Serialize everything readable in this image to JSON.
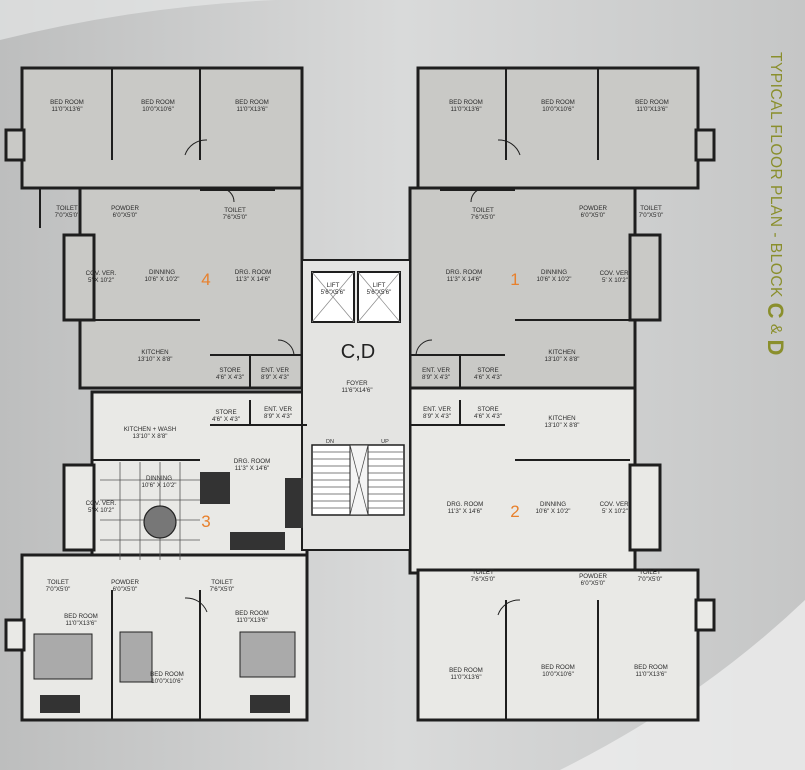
{
  "title": {
    "main": "TYPICAL FLOOR PLAN - BLOCK ",
    "block_a": "C",
    "amp": " & ",
    "block_b": "D"
  },
  "core": {
    "label": "C,D",
    "lift_1": "LIFT",
    "lift_1_size": "5'6\"X5'6\"",
    "lift_2": "LIFT",
    "lift_2_size": "5'6\"X5'6\"",
    "foyer": "FOYER",
    "foyer_size": "11'6\"X14'6\"",
    "stair_dn": "DN",
    "stair_up": "UP"
  },
  "units": {
    "u4": {
      "number": "4",
      "bed1": {
        "name": "BED ROOM",
        "size": "11'0\"X13'6\""
      },
      "bed2": {
        "name": "BED ROOM",
        "size": "10'0\"X10'6\""
      },
      "bed3": {
        "name": "BED ROOM",
        "size": "11'0\"X13'6\""
      },
      "toilet1": {
        "name": "TOILET",
        "size": "7'0\"X5'0\""
      },
      "powder": {
        "name": "POWDER",
        "size": "6'0\"X5'0\""
      },
      "toilet2": {
        "name": "TOILET",
        "size": "7'6\"X5'0\""
      },
      "cov_ver": {
        "name": "COV. VER.",
        "size": "5' X 10'2\""
      },
      "dinning": {
        "name": "DINNING",
        "size": "10'6\" X 10'2\""
      },
      "drg": {
        "name": "DRG. ROOM",
        "size": "11'3\" X 14'6\""
      },
      "kitchen": {
        "name": "KITCHEN",
        "size": "13'10\" X 8'8\""
      },
      "store": {
        "name": "STORE",
        "size": "4'6\" X 4'3\""
      },
      "ent_ver": {
        "name": "ENT. VER",
        "size": "8'9\" X 4'3\""
      }
    },
    "u1": {
      "number": "1",
      "bed1": {
        "name": "BED ROOM",
        "size": "11'0\"X13'6\""
      },
      "bed2": {
        "name": "BED ROOM",
        "size": "10'0\"X10'6\""
      },
      "bed3": {
        "name": "BED ROOM",
        "size": "11'0\"X13'6\""
      },
      "toilet1": {
        "name": "TOILET",
        "size": "7'6\"X5'0\""
      },
      "powder": {
        "name": "POWDER",
        "size": "6'0\"X5'0\""
      },
      "toilet2": {
        "name": "TOILET",
        "size": "7'0\"X5'0\""
      },
      "drg": {
        "name": "DRG. ROOM",
        "size": "11'3\" X 14'6\""
      },
      "dinning": {
        "name": "DINNING",
        "size": "10'6\" X 10'2\""
      },
      "cov_ver": {
        "name": "COV. VER.",
        "size": "5' X 10'2\""
      },
      "kitchen": {
        "name": "KITCHEN",
        "size": "13'10\" X 8'8\""
      },
      "store": {
        "name": "STORE",
        "size": "4'6\" X 4'3\""
      },
      "ent_ver": {
        "name": "ENT. VER",
        "size": "8'9\" X 4'3\""
      }
    },
    "u3": {
      "number": "3",
      "kitchen": {
        "name": "KITCHEN + WASH",
        "size": "13'10\" X 8'8\""
      },
      "store": {
        "name": "STORE",
        "size": "4'6\" X 4'3\""
      },
      "ent_ver": {
        "name": "ENT. VER",
        "size": "8'9\" X 4'3\""
      },
      "drg": {
        "name": "DRG. ROOM",
        "size": "11'3\" X 14'6\""
      },
      "dinning": {
        "name": "DINNING",
        "size": "10'6\" X 10'2\""
      },
      "cov_ver": {
        "name": "COV. VER.",
        "size": "5' X 10'2\""
      },
      "toilet1": {
        "name": "TOILET",
        "size": "7'0\"X5'0\""
      },
      "powder": {
        "name": "POWDER",
        "size": "6'0\"X5'0\""
      },
      "toilet2": {
        "name": "TOILET",
        "size": "7'6\"X5'0\""
      },
      "bed1": {
        "name": "BED ROOM",
        "size": "11'0\"X13'6\""
      },
      "bed2": {
        "name": "BED ROOM",
        "size": "10'0\"X10'6\""
      },
      "bed3": {
        "name": "BED ROOM",
        "size": "11'0\"X13'6\""
      }
    },
    "u2": {
      "number": "2",
      "ent_ver": {
        "name": "ENT. VER",
        "size": "8'9\" X 4'3\""
      },
      "store": {
        "name": "STORE",
        "size": "4'6\" X 4'3\""
      },
      "kitchen": {
        "name": "KITCHEN",
        "size": "13'10\" X 8'8\""
      },
      "drg": {
        "name": "DRG. ROOM",
        "size": "11'3\" X 14'6\""
      },
      "dinning": {
        "name": "DINNING",
        "size": "10'6\" X 10'2\""
      },
      "cov_ver": {
        "name": "COV. VER.",
        "size": "5' X 10'2\""
      },
      "toilet1": {
        "name": "TOILET",
        "size": "7'6\"X5'0\""
      },
      "powder": {
        "name": "POWDER",
        "size": "6'0\"X5'0\""
      },
      "toilet2": {
        "name": "TOILET",
        "size": "7'0\"X5'0\""
      },
      "bed1": {
        "name": "BED ROOM",
        "size": "11'0\"X13'6\""
      },
      "bed2": {
        "name": "BED ROOM",
        "size": "10'0\"X10'6\""
      },
      "bed3": {
        "name": "BED ROOM",
        "size": "11'0\"X13'6\""
      }
    }
  },
  "colors": {
    "accent": "#e8802c",
    "title": "#8a8f2c",
    "room_dark": "#c9c9c6",
    "room_light": "#e9e9e6",
    "wall": "#1e1e1e"
  }
}
